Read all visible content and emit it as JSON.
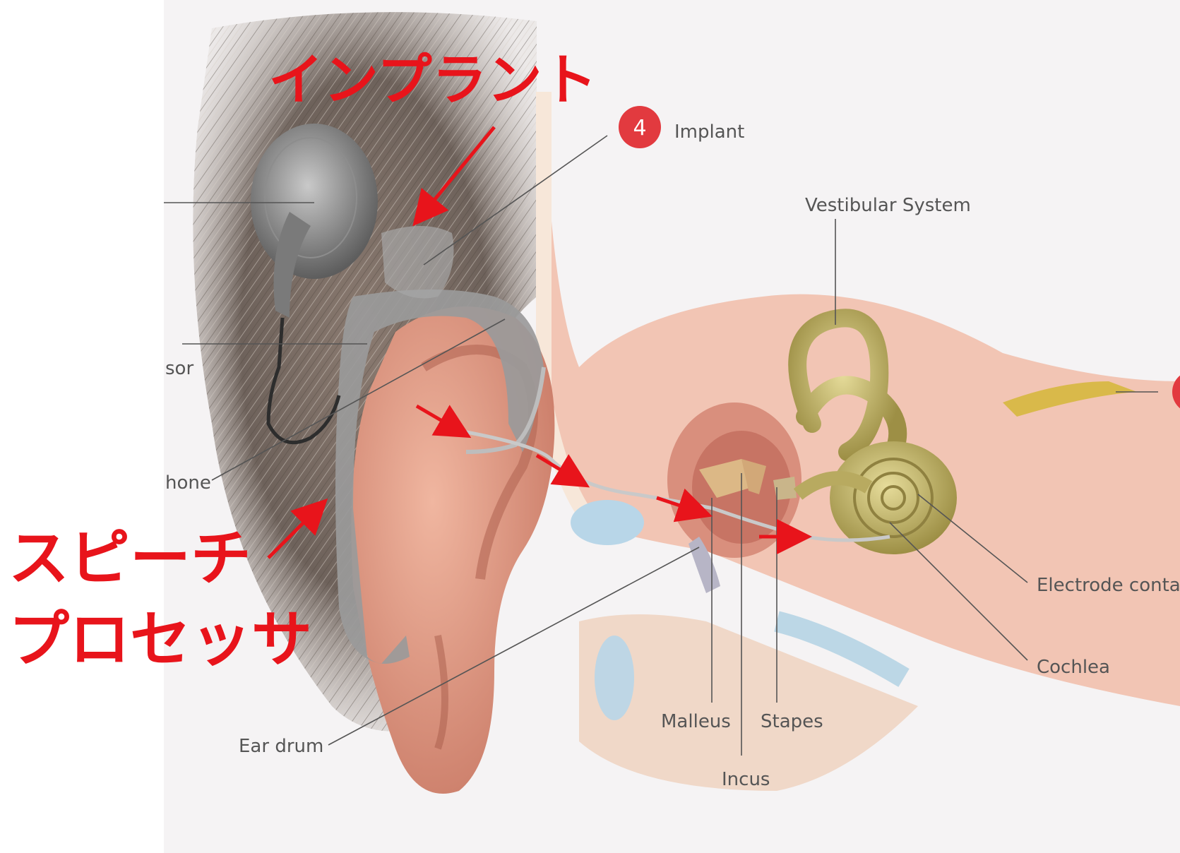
{
  "diagram": {
    "annotations_jp": {
      "implant": "インプラント",
      "speech_processor_line1": "スピーチ",
      "speech_processor_line2": "プロセッサ"
    },
    "badge": {
      "number": "4",
      "label": "Implant"
    },
    "labels": {
      "vestibular": "Vestibular System",
      "processor_partial": "sor",
      "microphone_partial": "hone",
      "electrode": "Electrode contac",
      "cochlea": "Cochlea",
      "malleus": "Malleus",
      "stapes": "Stapes",
      "incus": "Incus",
      "ear_drum": "Ear drum"
    },
    "colors": {
      "annotation_red": "#e8141b",
      "badge_red": "#e23a3f",
      "skin": "#e7a48e",
      "inner_ear_gold": "#c9bd6b"
    }
  }
}
